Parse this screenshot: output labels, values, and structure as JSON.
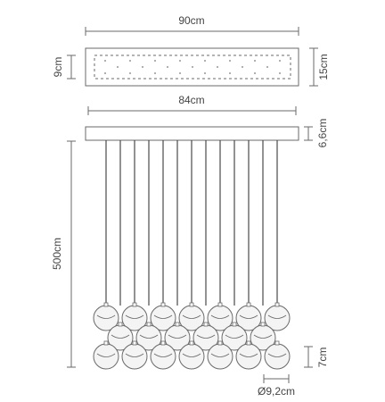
{
  "dimensions": {
    "top_width": "90cm",
    "top_depth": "9cm",
    "top_depth_outer": "15cm",
    "canopy_width": "84cm",
    "canopy_height": "6,6cm",
    "total_drop": "500cm",
    "sphere_height": "7cm",
    "sphere_diameter": "Ø9,2cm"
  },
  "colors": {
    "line": "#6a6a6a",
    "text": "#444444",
    "cable": "#3a3a3a",
    "globe_fill": "#f4f4f4"
  }
}
